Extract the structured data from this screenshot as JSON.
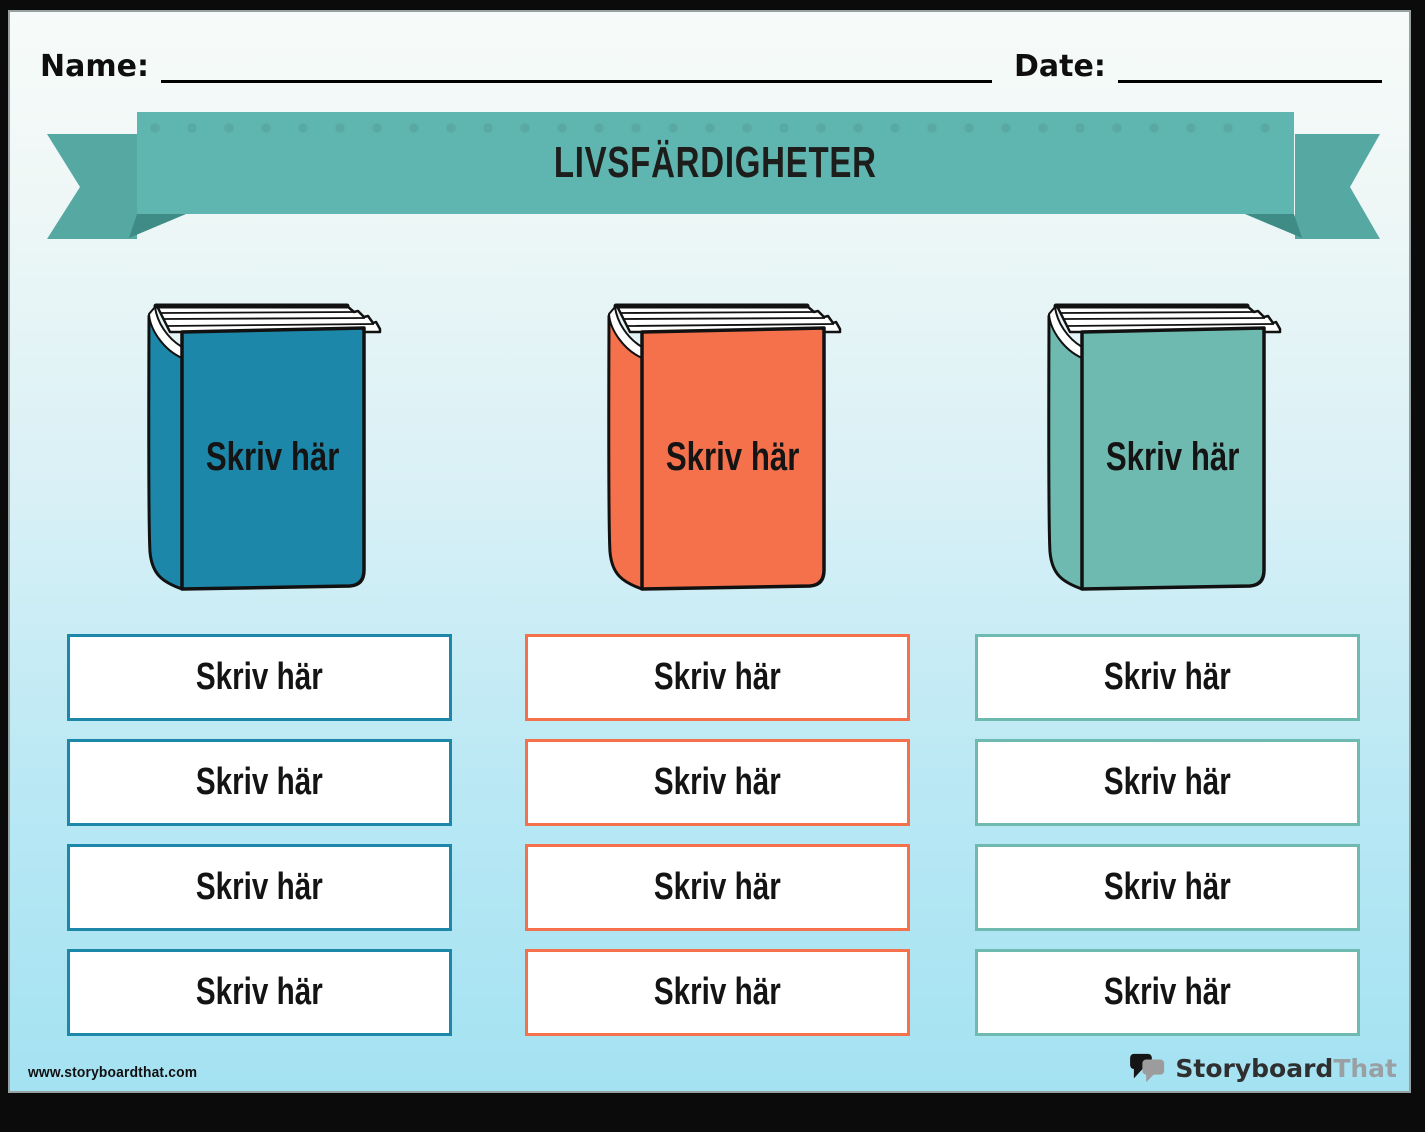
{
  "header": {
    "name_label": "Name:",
    "date_label": "Date:"
  },
  "banner": {
    "title": "LIVSFÄRDIGHETER",
    "ribbon_color": "#5fb5af",
    "tail_color": "#56a8a2",
    "fold_color": "#3f8c87"
  },
  "columns": [
    {
      "id": "blue",
      "color": "#1d87a9",
      "book_label": "Skriv här",
      "boxes": [
        "Skriv här",
        "Skriv här",
        "Skriv här",
        "Skriv här"
      ]
    },
    {
      "id": "orange",
      "color": "#f4714c",
      "book_label": "Skriv här",
      "boxes": [
        "Skriv här",
        "Skriv här",
        "Skriv här",
        "Skriv här"
      ]
    },
    {
      "id": "teal",
      "color": "#6fbab0",
      "book_label": "Skriv här",
      "boxes": [
        "Skriv här",
        "Skriv här",
        "Skriv här",
        "Skriv här"
      ]
    }
  ],
  "footer": {
    "url": "www.storyboardthat.com",
    "logo_part1": "Storyboard",
    "logo_part2": "That"
  }
}
